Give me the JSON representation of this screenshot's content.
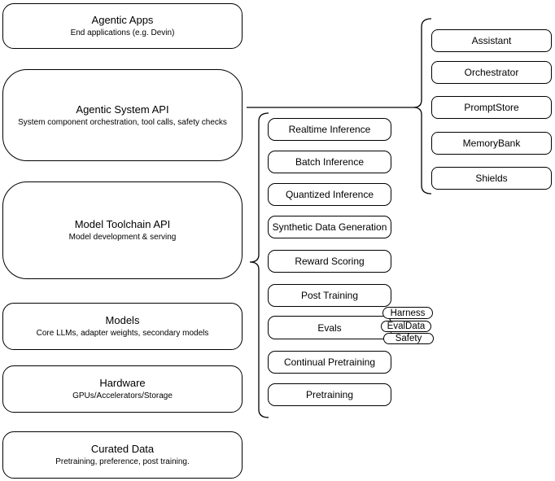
{
  "diagram": {
    "left_column": [
      {
        "title": "Agentic Apps",
        "subtitle": "End applications (e.g. Devin)"
      },
      {
        "title": "Agentic System API",
        "subtitle": "System component orchestration, tool calls, safety checks"
      },
      {
        "title": "Model Toolchain API",
        "subtitle": "Model development & serving"
      },
      {
        "title": "Models",
        "subtitle": "Core LLMs, adapter weights, secondary models"
      },
      {
        "title": "Hardware",
        "subtitle": "GPUs/Accelerators/Storage"
      },
      {
        "title": "Curated Data",
        "subtitle": "Pretraining, preference, post training."
      }
    ],
    "toolchain_components": [
      "Realtime Inference",
      "Batch Inference",
      "Quantized Inference",
      "Synthetic Data Generation",
      "Reward Scoring",
      "Post Training",
      "Evals",
      "Continual Pretraining",
      "Pretraining"
    ],
    "eval_tags": [
      "Harness",
      "EvalData",
      "Safety"
    ],
    "system_components": [
      "Assistant",
      "Orchestrator",
      "PromptStore",
      "MemoryBank",
      "Shields"
    ],
    "colors": {
      "stroke": "#000000",
      "fill": "#ffffff",
      "background": "#ffffff"
    }
  }
}
